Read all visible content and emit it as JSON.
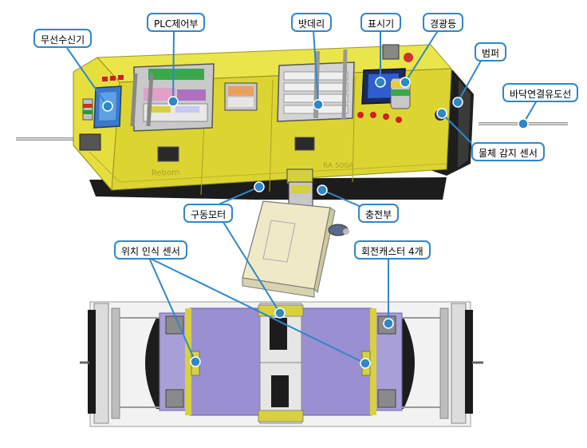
{
  "labels": {
    "wireless_receiver": "무선수신기",
    "plc_control": "PLC제어부",
    "battery": "밧데리",
    "display": "표시기",
    "warning_light": "경광등",
    "bumper": "범퍼",
    "floor_guide_line": "바닥연결유도선",
    "object_sensor": "물체 감지 센서",
    "drive_motor": "구동모터",
    "charging_unit": "충전부",
    "position_sensor": "위치 인식 센서",
    "caster": "회전캐스터 4개"
  },
  "markings": {
    "side_id": "RA 500A"
  },
  "colors": {
    "callout": "#2f87c8",
    "body_yellow": "#e2dc3a",
    "panel_purple": "#9a8fd0"
  }
}
